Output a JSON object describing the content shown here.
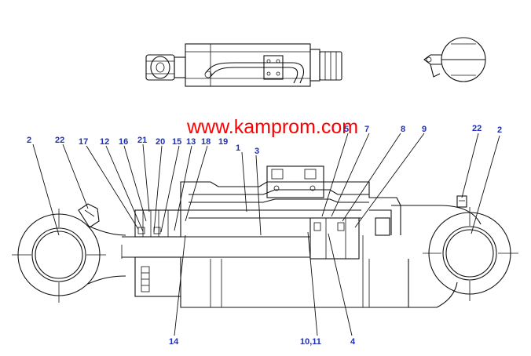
{
  "watermark": "www.kamprom.com",
  "callouts": [
    {
      "id": "c-2-left",
      "text": "2"
    },
    {
      "id": "c-22-left",
      "text": "22"
    },
    {
      "id": "c-17",
      "text": "17"
    },
    {
      "id": "c-12",
      "text": "12"
    },
    {
      "id": "c-16",
      "text": "16"
    },
    {
      "id": "c-21",
      "text": "21"
    },
    {
      "id": "c-20",
      "text": "20"
    },
    {
      "id": "c-15",
      "text": "15"
    },
    {
      "id": "c-13",
      "text": "13"
    },
    {
      "id": "c-18",
      "text": "18"
    },
    {
      "id": "c-19",
      "text": "19"
    },
    {
      "id": "c-1",
      "text": "1"
    },
    {
      "id": "c-3",
      "text": "3"
    },
    {
      "id": "c-5",
      "text": "5"
    },
    {
      "id": "c-7",
      "text": "7"
    },
    {
      "id": "c-8",
      "text": "8"
    },
    {
      "id": "c-9",
      "text": "9"
    },
    {
      "id": "c-22-right",
      "text": "22"
    },
    {
      "id": "c-2-right",
      "text": "2"
    },
    {
      "id": "c-14",
      "text": "14"
    },
    {
      "id": "c-10-11",
      "text": "10,11"
    },
    {
      "id": "c-4",
      "text": "4"
    }
  ]
}
